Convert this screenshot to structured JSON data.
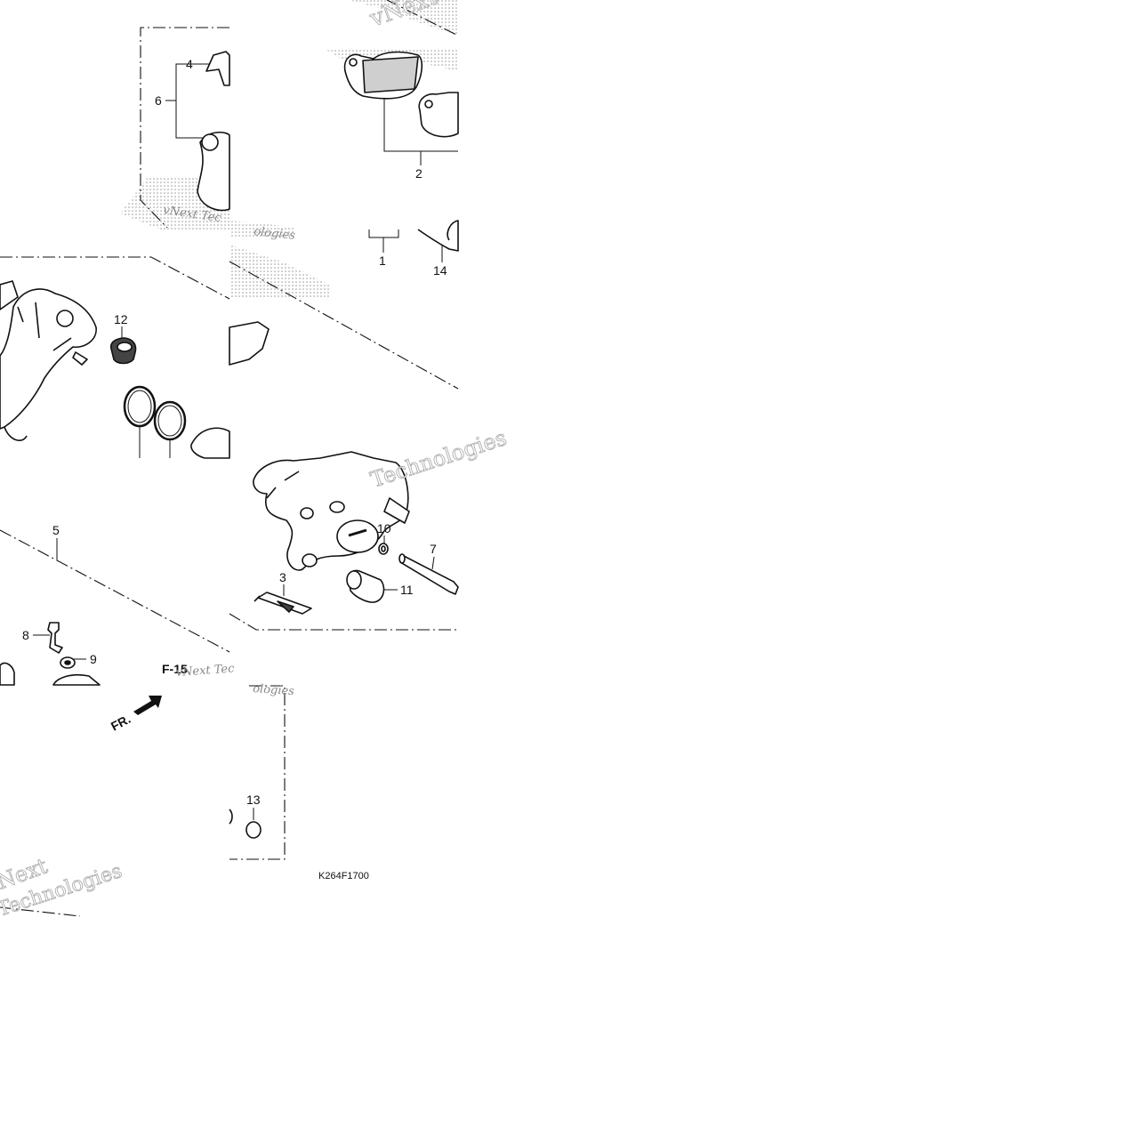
{
  "diagram": {
    "callouts": {
      "c1": "1",
      "c2": "2",
      "c3": "3",
      "c4": "4",
      "c5": "5",
      "c6": "6",
      "c7": "7",
      "c8": "8",
      "c9": "9",
      "c10": "10",
      "c11": "11",
      "c12": "12",
      "c13": "13",
      "c14": "14"
    },
    "reference_code": "K264F1700",
    "fr_label": "FR.",
    "section_ref": "F-15"
  },
  "watermark": {
    "brand_top": "vNext Technologies",
    "brand_mid": "Technologies",
    "brand_next": "Next",
    "brand_tech": "Technologies",
    "brand_small1": "vNext Tec",
    "brand_small2": "vNext Tec",
    "brand_small3": "ologies",
    "brand_small4": "ologies"
  },
  "colors": {
    "line": "#111111",
    "stipple": "#9a9a9a",
    "background": "#ffffff"
  }
}
